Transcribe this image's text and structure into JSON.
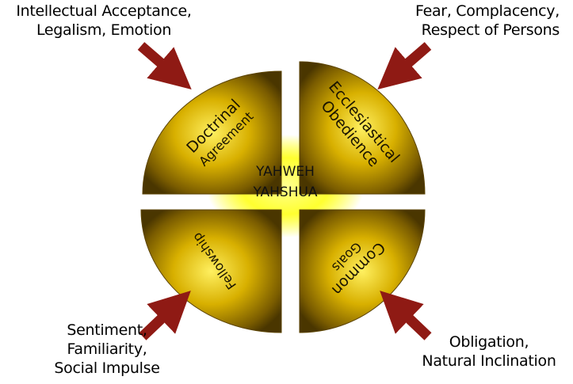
{
  "center": {
    "line1": "YAHWEH",
    "line2": "YAHSHUA"
  },
  "quadrants": {
    "top_left": {
      "line1": "Doctrinal",
      "line2": "Agreement"
    },
    "top_right": {
      "line1": "Ecclesiastical",
      "line2": "Obedience"
    },
    "bottom_left": {
      "line1": "Fellowship"
    },
    "bottom_right": {
      "line1": "Common",
      "line2": "Goals"
    }
  },
  "threats": {
    "top_left": {
      "line1": "Intellectual Acceptance,",
      "line2": "Legalism, Emotion"
    },
    "top_right": {
      "line1": "Fear, Complacency,",
      "line2": "Respect of Persons"
    },
    "bottom_left": {
      "line1": "Sentiment,",
      "line2": "Familiarity,",
      "line3": "Social Impulse"
    },
    "bottom_right": {
      "line1": "Obligation,",
      "line2": "Natural Inclination"
    }
  },
  "colors": {
    "gold": "#c9a400",
    "arrow": "#8f1a14",
    "glow": "#ffff40"
  }
}
